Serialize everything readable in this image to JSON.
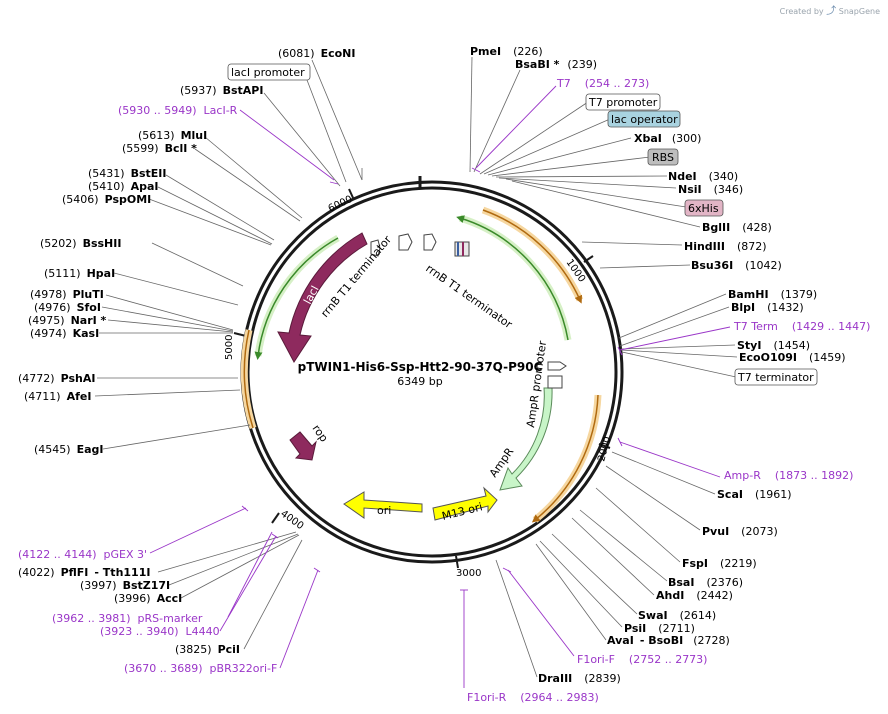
{
  "watermark": {
    "prefix": "Created by",
    "brand": "SnapGene"
  },
  "plasmid": {
    "name": "pTWIN1-His6-Ssp-Htt2-90-37Q-P90C",
    "length": 6349,
    "length_label": "6349 bp"
  },
  "ticks": [
    "1000",
    "2000",
    "3000",
    "4000",
    "5000",
    "6000"
  ],
  "sites": [
    {
      "name": "EcoNI",
      "num": "(6081)",
      "side": "L"
    },
    {
      "name": "BstAPI",
      "num": "(5937)",
      "side": "L"
    },
    {
      "name": "MluI",
      "num": "(5613)",
      "side": "L"
    },
    {
      "name": "BclI *",
      "num": "(5599)",
      "side": "L"
    },
    {
      "name": "BstEII",
      "num": "(5431)",
      "side": "L"
    },
    {
      "name": "ApaI",
      "num": "(5410)",
      "side": "L"
    },
    {
      "name": "PspOMI",
      "num": "(5406)",
      "side": "L"
    },
    {
      "name": "BssHII",
      "num": "(5202)",
      "side": "L"
    },
    {
      "name": "HpaI",
      "num": "(5111)",
      "side": "L"
    },
    {
      "name": "PluTI",
      "num": "(4978)",
      "side": "L"
    },
    {
      "name": "SfoI",
      "num": "(4976)",
      "side": "L"
    },
    {
      "name": "NarI *",
      "num": "(4975)",
      "side": "L"
    },
    {
      "name": "KasI",
      "num": "(4974)",
      "side": "L"
    },
    {
      "name": "PshAI",
      "num": "(4772)",
      "side": "L"
    },
    {
      "name": "AfeI",
      "num": "(4711)",
      "side": "L"
    },
    {
      "name": "EagI",
      "num": "(4545)",
      "side": "L"
    },
    {
      "name": "PflFI",
      "num": "(4022)",
      "side": "L"
    },
    {
      "name": "- Tth111I",
      "num": "",
      "side": "L"
    },
    {
      "name": "BstZ17I",
      "num": "(3997)",
      "side": "L"
    },
    {
      "name": "AccI",
      "num": "(3996)",
      "side": "L"
    },
    {
      "name": "PciI",
      "num": "(3825)",
      "side": "L"
    },
    {
      "name": "PmeI",
      "num": "(226)",
      "side": "R"
    },
    {
      "name": "BsaBI *",
      "num": "(239)",
      "side": "R"
    },
    {
      "name": "XbaI",
      "num": "(300)",
      "side": "R"
    },
    {
      "name": "NdeI",
      "num": "(340)",
      "side": "R"
    },
    {
      "name": "NsiI",
      "num": "(346)",
      "side": "R"
    },
    {
      "name": "BglII",
      "num": "(428)",
      "side": "R"
    },
    {
      "name": "HindIII",
      "num": "(872)",
      "side": "R"
    },
    {
      "name": "Bsu36I",
      "num": "(1042)",
      "side": "R"
    },
    {
      "name": "BamHI",
      "num": "(1379)",
      "side": "R"
    },
    {
      "name": "BlpI",
      "num": "(1432)",
      "side": "R"
    },
    {
      "name": "StyI",
      "num": "(1454)",
      "side": "R"
    },
    {
      "name": "EcoO109I",
      "num": "(1459)",
      "side": "R"
    },
    {
      "name": "ScaI",
      "num": "(1961)",
      "side": "R"
    },
    {
      "name": "PvuI",
      "num": "(2073)",
      "side": "R"
    },
    {
      "name": "FspI",
      "num": "(2219)",
      "side": "R"
    },
    {
      "name": "BsaI",
      "num": "(2376)",
      "side": "R"
    },
    {
      "name": "AhdI",
      "num": "(2442)",
      "side": "R"
    },
    {
      "name": "SwaI",
      "num": "(2614)",
      "side": "R"
    },
    {
      "name": "PsiI",
      "num": "(2711)",
      "side": "R"
    },
    {
      "name": "AvaI",
      "num": "",
      "side": "R"
    },
    {
      "name": "- BsoBI",
      "num": "(2728)",
      "side": "R"
    },
    {
      "name": "DraIII",
      "num": "(2839)",
      "side": "R"
    }
  ],
  "primers": [
    {
      "text": "(5930 .. 5949)  LacI-R"
    },
    {
      "text": "T7    (254 .. 273)"
    },
    {
      "text": "T7 Term    (1429 .. 1447)"
    },
    {
      "text": "Amp-R    (1873 .. 1892)"
    },
    {
      "text": "F1ori-F    (2752 .. 2773)"
    },
    {
      "text": "F1ori-R    (2964 .. 2983)"
    },
    {
      "text": "(3670 .. 3689)  pBR322ori-F"
    },
    {
      "text": "(3923 .. 3940)  L4440"
    },
    {
      "text": "(3962 .. 3981)  pRS-marker"
    },
    {
      "text": "(4122 .. 4144)  pGEX 3'"
    }
  ],
  "boxes": [
    {
      "text": "lacI promoter",
      "fill": "#ffffff"
    },
    {
      "text": "T7 promoter",
      "fill": "#ffffff"
    },
    {
      "text": "lac operator",
      "fill": "#a9d3e0"
    },
    {
      "text": "RBS",
      "fill": "#bdbdbd"
    },
    {
      "text": "6xHis",
      "fill": "#e2b5c6"
    },
    {
      "text": "T7 terminator",
      "fill": "#ffffff"
    }
  ],
  "features": [
    {
      "label": "lacI"
    },
    {
      "label": "rrnB T1 terminator"
    },
    {
      "label": "rrnB T1 terminator"
    },
    {
      "label": "AmpR promoter"
    },
    {
      "label": "AmpR"
    },
    {
      "label": "M13 ori"
    },
    {
      "label": "ori"
    },
    {
      "label": "rop"
    }
  ],
  "colors": {
    "backbone": "#1a1a1a",
    "lacI": "#8e2a5e",
    "rop": "#8e2a5e",
    "ori": "#ffff00",
    "ampR": "#c8f5c8",
    "green_arc": "#5fb04a",
    "orange_arc": "#d9851a",
    "primer": "#9a36c8",
    "leader": "#666666"
  }
}
